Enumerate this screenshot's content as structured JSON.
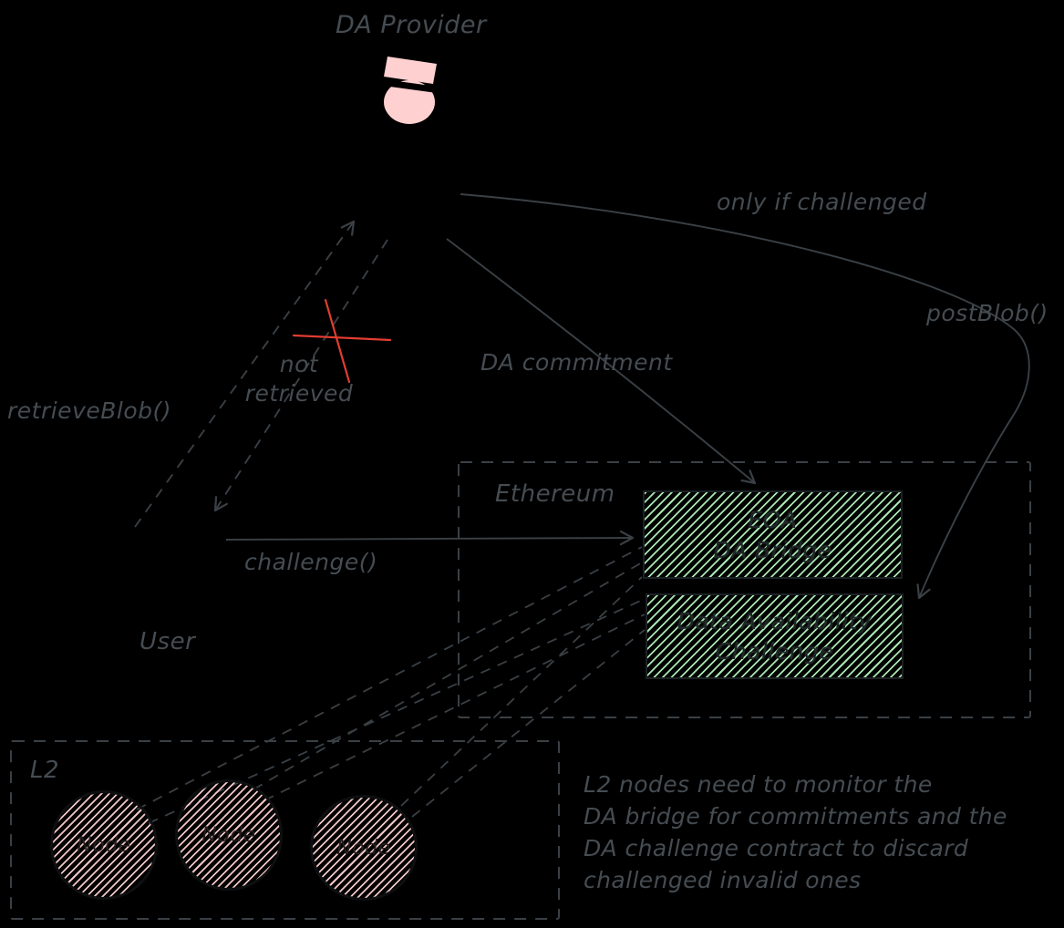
{
  "title": {
    "label": "DA Provider"
  },
  "labels": {
    "only_if_challenged": "only if challenged",
    "post_blob": "postBlob()",
    "da_commitment": "DA commitment",
    "not_retrieved": {
      "line1": "not",
      "line2": "retrieved"
    },
    "retrieve_blob": "retrieveBlob()",
    "challenge": "challenge()",
    "user": "User"
  },
  "ethereum": {
    "label": "Ethereum",
    "da_bridge": {
      "line1": "EOA",
      "line2": "DA Bridge"
    },
    "da_challenge": {
      "line1": "Data Availability",
      "line2": "Challenge"
    }
  },
  "l2": {
    "label": "L2",
    "nodes": [
      {
        "label": "Node"
      },
      {
        "label": "Node"
      },
      {
        "label": "Node"
      }
    ]
  },
  "note": {
    "lines": [
      "L2 nodes need to monitor the",
      "DA bridge for commitments and the",
      "DA challenge contract to discard",
      "challenged invalid ones"
    ]
  },
  "colors": {
    "background": "#000000",
    "ink": "#3a4045",
    "label_text": "#454c52",
    "red": "#e23d32",
    "pink": "#ffd0d0",
    "green": "#b2f2bb"
  }
}
